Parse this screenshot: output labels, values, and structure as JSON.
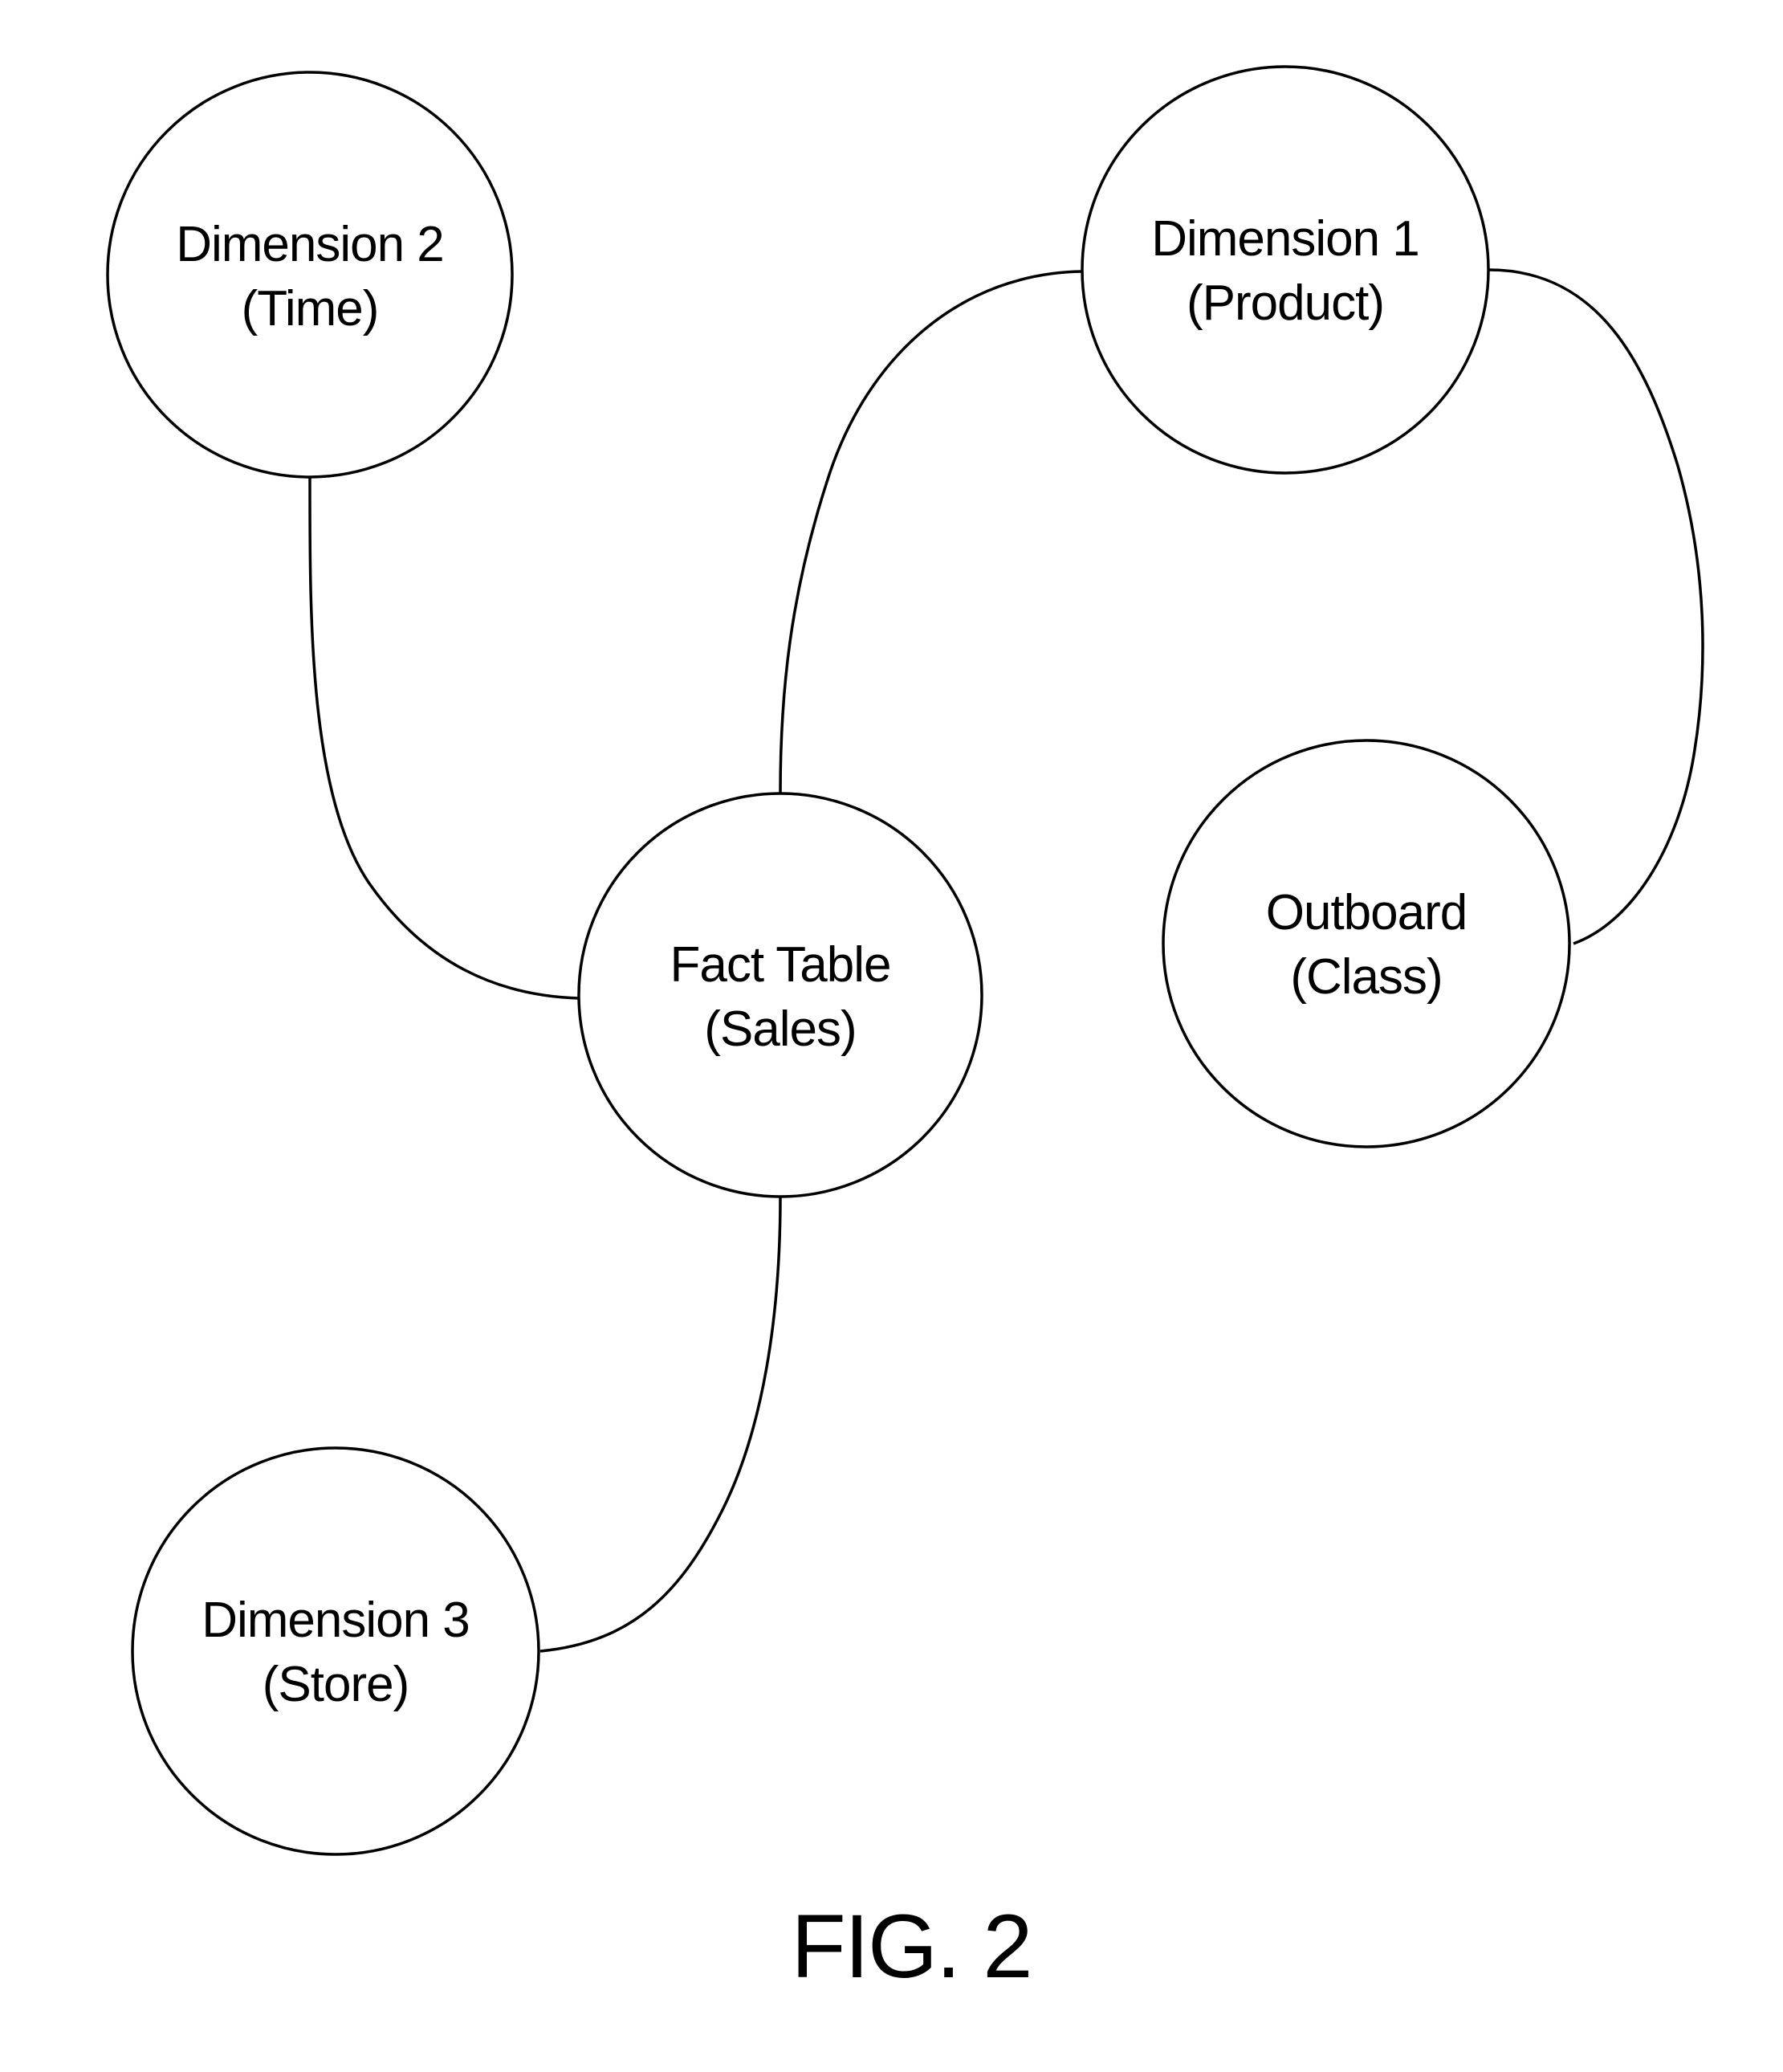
{
  "figure": {
    "caption": "FIG. 2"
  },
  "nodes": {
    "dimension_2": {
      "title": "Dimension 2",
      "subtitle": "(Time)"
    },
    "dimension_1": {
      "title": "Dimension 1",
      "subtitle": "(Product)"
    },
    "fact_table": {
      "title": "Fact Table",
      "subtitle": "(Sales)"
    },
    "outboard": {
      "title": "Outboard",
      "subtitle": "(Class)"
    },
    "dimension_3": {
      "title": "Dimension 3",
      "subtitle": "(Store)"
    }
  },
  "edges": [
    {
      "from": "dimension_2",
      "to": "fact_table"
    },
    {
      "from": "dimension_1",
      "to": "fact_table"
    },
    {
      "from": "dimension_1",
      "to": "outboard"
    },
    {
      "from": "fact_table",
      "to": "dimension_3"
    }
  ]
}
